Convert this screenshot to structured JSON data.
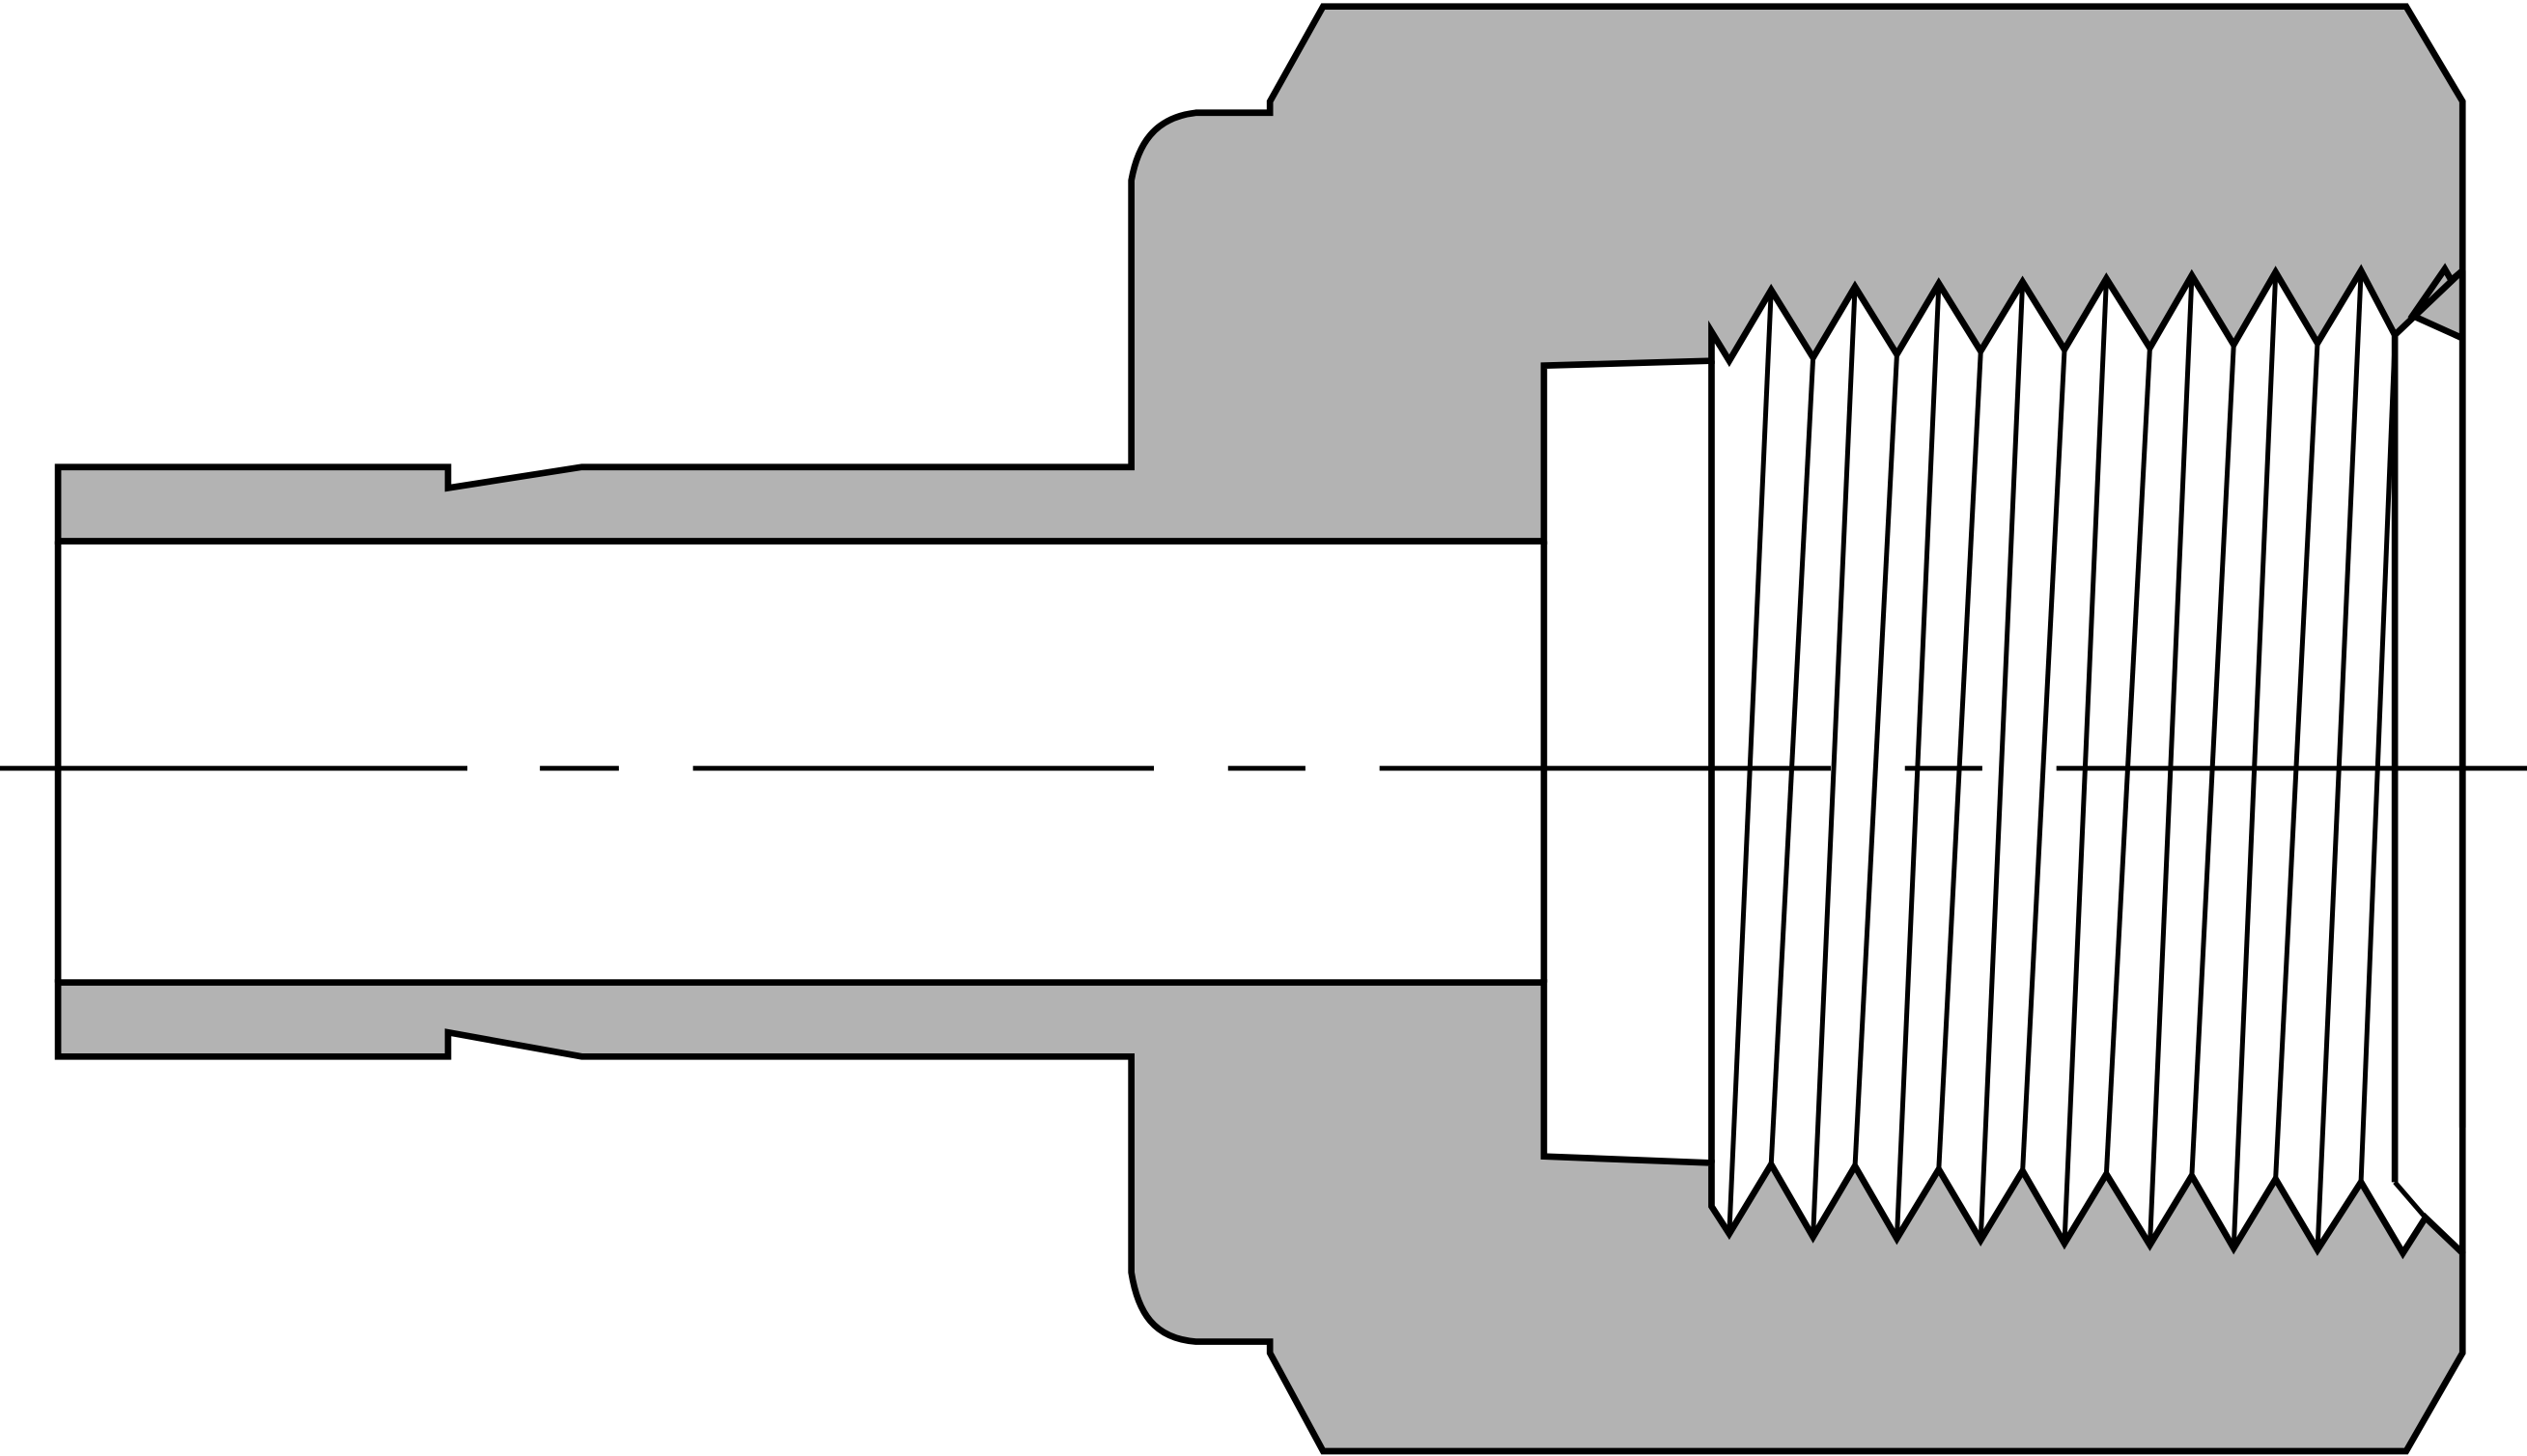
{
  "diagram": {
    "kind": "cross-section",
    "colors": {
      "material_fill": "#b3b3b3",
      "outline": "#000000",
      "background": "#ffffff"
    },
    "parts": [
      "tube-stub",
      "hex-body",
      "bore",
      "counterbore",
      "internal-thread",
      "centerline"
    ]
  }
}
